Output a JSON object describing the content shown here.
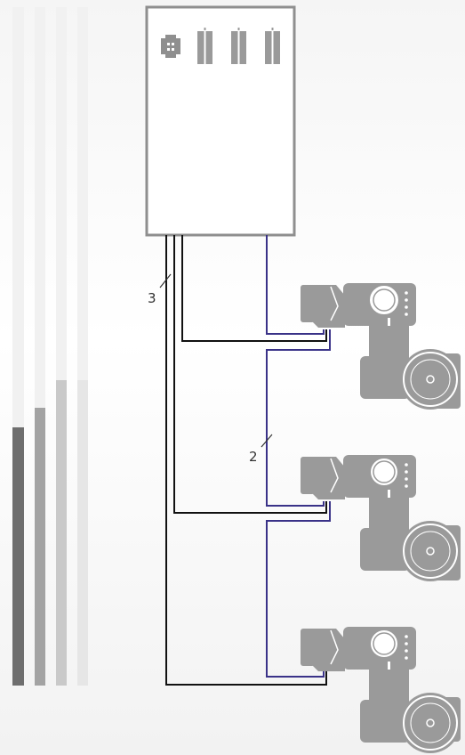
{
  "callouts": {
    "bus_cable": "3",
    "link_cable": "2"
  },
  "colors": {
    "bar_dark": "#6e6e6e",
    "bar_mid": "#a3a3a3",
    "bar_light": "#c9c9c9",
    "bar_faint": "#e6e6e6",
    "enclosure_stroke": "#8f8f8f",
    "wire_black": "#111111",
    "wire_blue": "#3a3288",
    "actuator": "#9a9a9a"
  },
  "legend_levels": [
    0.62,
    0.59,
    0.55,
    0.55
  ],
  "actuator_count": 3
}
